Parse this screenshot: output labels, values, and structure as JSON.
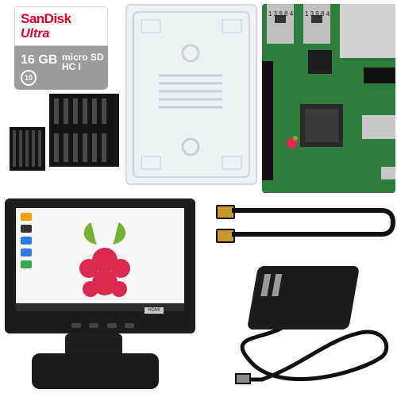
{
  "sdcard": {
    "brand": "SanDisk",
    "subtitle": "Ultra",
    "capacity": "16 GB",
    "format": "micro SD HC I",
    "class": "10"
  },
  "board": {
    "usb_labels": [
      "1 3 9 8 4",
      "1 3 9 8 4"
    ]
  },
  "monitor": {
    "badge": "HDMI"
  }
}
